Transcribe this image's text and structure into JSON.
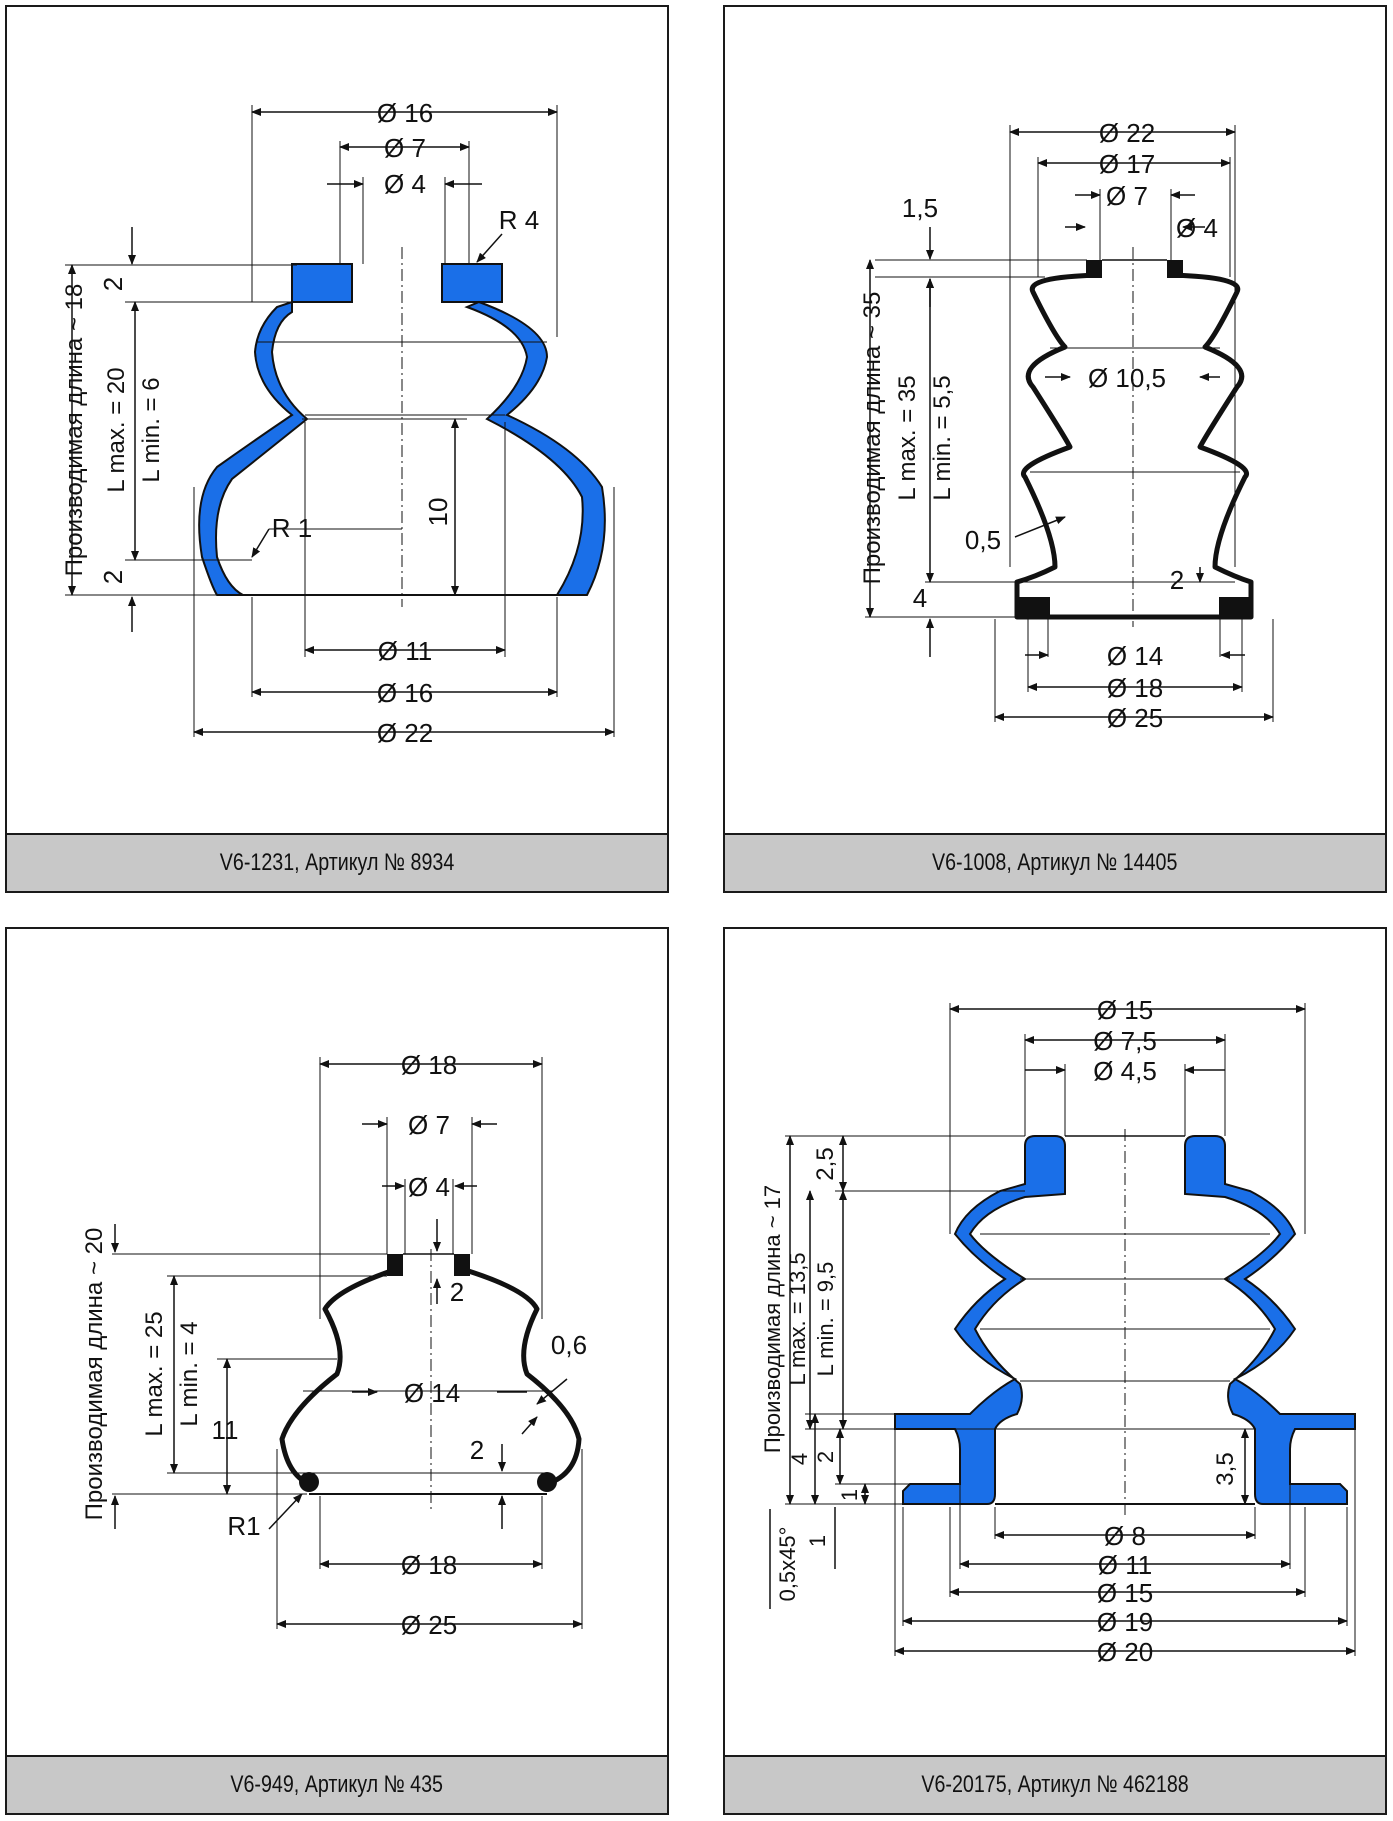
{
  "colors": {
    "accent": "#1a6fe8",
    "outline": "#111111",
    "caption_bg": "#c8c8c8"
  },
  "panels": [
    {
      "caption": "V6-1231, Артикул № 8934",
      "labels": {
        "d_top_outer": "Ø 16",
        "d_top_mid": "Ø 7",
        "d_top_inner": "Ø 4",
        "radius_top": "R 4",
        "h_top": "2",
        "h_bottom": "2",
        "overall": "Производимая длина ~ 18",
        "lmax": "L max. = 20",
        "lmin": "L min. = 6",
        "radius_bottom": "R 1",
        "h_mid": "10",
        "d_bot_inner": "Ø 11",
        "d_bot_mid": "Ø 16",
        "d_bot_outer": "Ø 22"
      }
    },
    {
      "caption": "V6-1008, Артикул № 14405",
      "labels": {
        "d1": "Ø 22",
        "d2": "Ø 17",
        "d3": "Ø 7",
        "d4": "Ø 4",
        "h_top": "1,5",
        "overall": "Производимая длина ~ 35",
        "lmax": "L max. = 35",
        "lmin": "L min. = 5,5",
        "d_mid": "Ø 10,5",
        "wall": "0,5",
        "h_flange": "2",
        "h_bottom": "4",
        "d_b1": "Ø 14",
        "d_b2": "Ø 18",
        "d_b3": "Ø 25"
      }
    },
    {
      "caption": "V6-949, Артикул № 435",
      "labels": {
        "d1": "Ø 18",
        "d2": "Ø 7",
        "d3": "Ø 4",
        "overall": "Производимая длина ~ 20",
        "lmax": "L max. = 25",
        "lmin": "L min. =  4",
        "h_top": "2",
        "wall": "0,6",
        "d_mid": "Ø 14",
        "h_side": "11",
        "h_flange": "2",
        "radius": "R1",
        "d_b1": "Ø 18",
        "d_b2": "Ø 25"
      }
    },
    {
      "caption": "V6-20175, Артикул № 462188",
      "labels": {
        "d1": "Ø 15",
        "d2": "Ø 7,5",
        "d3": "Ø 4,5",
        "h_top": "2,5",
        "overall": "Производимая длина ~ 17",
        "lmax": "L max. = 13,5",
        "lmin": "L min. = 9,5",
        "h4": "4",
        "h2": "2",
        "h1": "1",
        "h35": "3,5",
        "chamfer": "0,5x45°",
        "h1b": "1",
        "d_b1": "Ø 8",
        "d_b2": "Ø 11",
        "d_b3": "Ø 15",
        "d_b4": "Ø 19",
        "d_b5": "Ø 20"
      }
    }
  ]
}
